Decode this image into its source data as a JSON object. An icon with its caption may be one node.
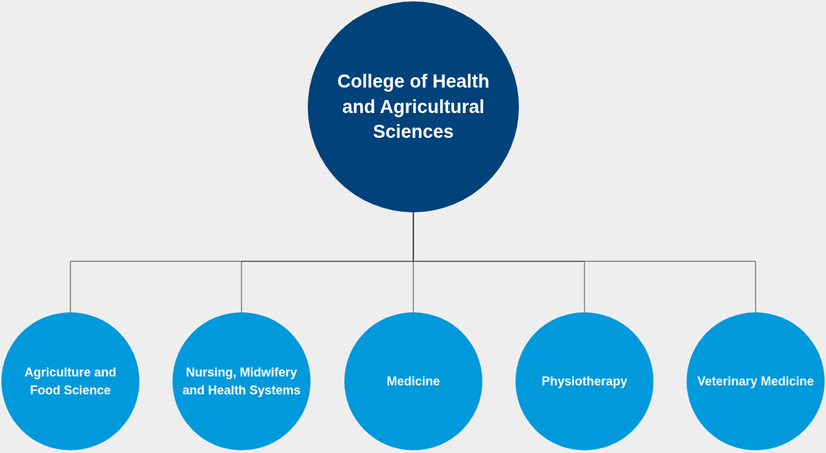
{
  "diagram": {
    "nodes": [
      {
        "text": [
          "College of Health and Agricultural Sciences"
        ]
      },
      {
        "text": [
          "Agriculture and Food Science"
        ]
      },
      {
        "text": [
          "Nursing, Midwifery and Health Systems"
        ]
      },
      {
        "text": [
          "Medicine"
        ]
      },
      {
        "text": [
          "Physiotherapy"
        ]
      },
      {
        "text": [
          "Veterinary Medicine"
        ]
      }
    ],
    "edges": [
      {
        "from": 0,
        "to": 1,
        "arrow": "none"
      },
      {
        "from": 0,
        "to": 2,
        "arrow": "none"
      },
      {
        "from": 0,
        "to": 3,
        "arrow": "none"
      },
      {
        "from": 0,
        "to": 4,
        "arrow": "none"
      },
      {
        "from": 0,
        "to": 5,
        "arrow": "none"
      }
    ]
  }
}
